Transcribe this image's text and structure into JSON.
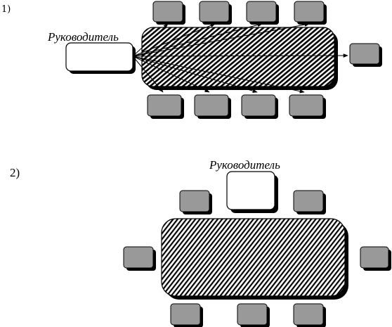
{
  "scheme1": {
    "number": "1)",
    "leader_label": "Руководитель"
  },
  "scheme2": {
    "number": "2)",
    "leader_label": "Руководитель"
  },
  "colors": {
    "seat_fill": "#999999",
    "shadow": "#000000",
    "outline": "#000000",
    "leader_fill": "#ffffff",
    "table_hatch": "#000000"
  }
}
